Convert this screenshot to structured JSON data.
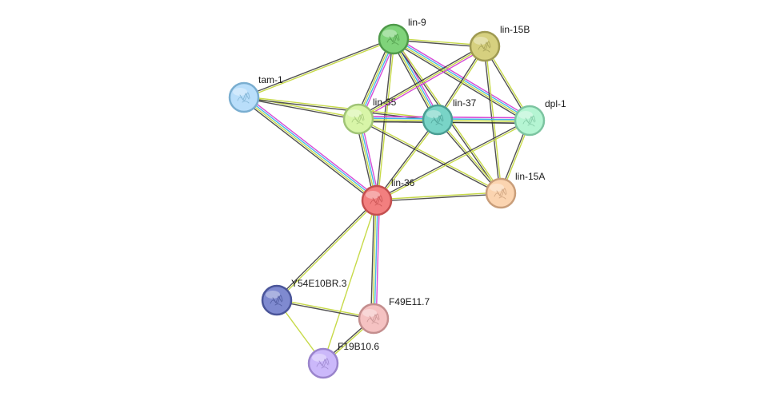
{
  "nodes": [
    {
      "id": "lin-9",
      "label": "lin-9",
      "color": "#7fd37a",
      "stroke": "#4f9a4a"
    },
    {
      "id": "lin-15B",
      "label": "lin-15B",
      "color": "#d6d07f",
      "stroke": "#9f9a52"
    },
    {
      "id": "tam-1",
      "label": "tam-1",
      "color": "#b9defa",
      "stroke": "#7aaed0"
    },
    {
      "id": "lin-35",
      "label": "lin-35",
      "color": "#d8f5a8",
      "stroke": "#a0c476"
    },
    {
      "id": "lin-37",
      "label": "lin-37",
      "color": "#79d4c7",
      "stroke": "#4a9e93"
    },
    {
      "id": "dpl-1",
      "label": "dpl-1",
      "color": "#b5f5d3",
      "stroke": "#7cc4a0"
    },
    {
      "id": "lin-15A",
      "label": "lin-15A",
      "color": "#fbd4b0",
      "stroke": "#c99e7a"
    },
    {
      "id": "lin-36",
      "label": "lin-36",
      "color": "#f27f7f",
      "stroke": "#c44f4f"
    },
    {
      "id": "Y54E10BR.3",
      "label": "Y54E10BR.3",
      "color": "#7f8ad0",
      "stroke": "#4a5599"
    },
    {
      "id": "F49E11.7",
      "label": "F49E11.7",
      "color": "#f5c2c2",
      "stroke": "#c48e8e"
    },
    {
      "id": "F19B10.6",
      "label": "F19B10.6",
      "color": "#cbb8fa",
      "stroke": "#9a84cc"
    }
  ],
  "edges": [
    {
      "source": "lin-9",
      "target": "lin-15B",
      "evidence": [
        "textmining",
        "coexpression"
      ]
    },
    {
      "source": "lin-9",
      "target": "tam-1",
      "evidence": [
        "textmining",
        "coexpression"
      ]
    },
    {
      "source": "lin-9",
      "target": "lin-35",
      "evidence": [
        "experiments",
        "database",
        "textmining",
        "coexpression"
      ]
    },
    {
      "source": "lin-9",
      "target": "lin-37",
      "evidence": [
        "experiments",
        "database",
        "textmining",
        "coexpression"
      ]
    },
    {
      "source": "lin-9",
      "target": "dpl-1",
      "evidence": [
        "experiments",
        "database",
        "textmining",
        "coexpression"
      ]
    },
    {
      "source": "lin-9",
      "target": "lin-15A",
      "evidence": [
        "textmining",
        "coexpression"
      ]
    },
    {
      "source": "lin-9",
      "target": "lin-36",
      "evidence": [
        "textmining",
        "coexpression"
      ]
    },
    {
      "source": "lin-15B",
      "target": "lin-35",
      "evidence": [
        "experiments",
        "textmining",
        "coexpression"
      ]
    },
    {
      "source": "lin-15B",
      "target": "lin-37",
      "evidence": [
        "textmining",
        "coexpression"
      ]
    },
    {
      "source": "lin-15B",
      "target": "dpl-1",
      "evidence": [
        "textmining",
        "coexpression"
      ]
    },
    {
      "source": "lin-15B",
      "target": "lin-15A",
      "evidence": [
        "textmining",
        "coexpression"
      ]
    },
    {
      "source": "tam-1",
      "target": "lin-35",
      "evidence": [
        "textmining",
        "coexpression"
      ]
    },
    {
      "source": "tam-1",
      "target": "lin-37",
      "evidence": [
        "textmining",
        "coexpression"
      ]
    },
    {
      "source": "tam-1",
      "target": "lin-36",
      "evidence": [
        "experiments",
        "database",
        "textmining",
        "coexpression"
      ]
    },
    {
      "source": "lin-35",
      "target": "lin-37",
      "evidence": [
        "experiments",
        "database",
        "textmining",
        "coexpression"
      ]
    },
    {
      "source": "lin-35",
      "target": "dpl-1",
      "evidence": [
        "experiments",
        "database",
        "textmining",
        "coexpression"
      ]
    },
    {
      "source": "lin-35",
      "target": "lin-15A",
      "evidence": [
        "textmining",
        "coexpression"
      ]
    },
    {
      "source": "lin-35",
      "target": "lin-36",
      "evidence": [
        "experiments",
        "database",
        "textmining",
        "coexpression"
      ]
    },
    {
      "source": "lin-37",
      "target": "dpl-1",
      "evidence": [
        "experiments",
        "database",
        "textmining",
        "coexpression"
      ]
    },
    {
      "source": "lin-37",
      "target": "lin-15A",
      "evidence": [
        "textmining",
        "coexpression"
      ]
    },
    {
      "source": "lin-37",
      "target": "lin-36",
      "evidence": [
        "textmining",
        "coexpression"
      ]
    },
    {
      "source": "dpl-1",
      "target": "lin-15A",
      "evidence": [
        "textmining",
        "coexpression"
      ]
    },
    {
      "source": "dpl-1",
      "target": "lin-36",
      "evidence": [
        "textmining",
        "coexpression"
      ]
    },
    {
      "source": "lin-36",
      "target": "lin-15A",
      "evidence": [
        "textmining",
        "coexpression"
      ]
    },
    {
      "source": "lin-36",
      "target": "F49E11.7",
      "evidence": [
        "experiments",
        "database",
        "textmining",
        "coexpression"
      ]
    },
    {
      "source": "lin-36",
      "target": "Y54E10BR.3",
      "evidence": [
        "textmining",
        "coexpression"
      ]
    },
    {
      "source": "lin-36",
      "target": "F19B10.6",
      "evidence": [
        "textmining"
      ]
    },
    {
      "source": "Y54E10BR.3",
      "target": "F49E11.7",
      "evidence": [
        "textmining",
        "coexpression"
      ]
    },
    {
      "source": "Y54E10BR.3",
      "target": "F19B10.6",
      "evidence": [
        "textmining"
      ]
    },
    {
      "source": "F49E11.7",
      "target": "F19B10.6",
      "evidence": [
        "textmining",
        "coexpression"
      ]
    }
  ],
  "evidence_colors": {
    "experiments": "#d442d4",
    "database": "#3fb3e6",
    "textmining": "#c4d83f",
    "coexpression": "#333333"
  }
}
